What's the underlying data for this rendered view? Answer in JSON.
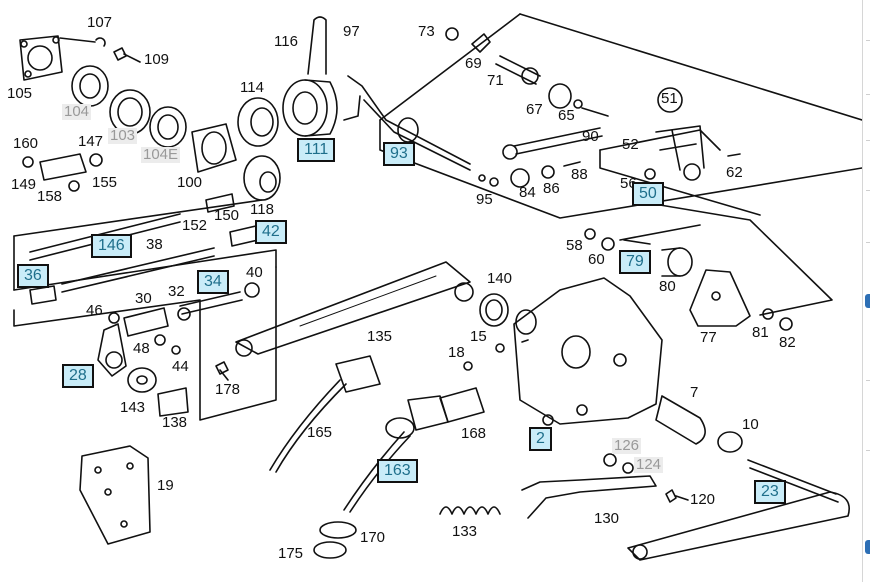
{
  "labels": {
    "l107": "107",
    "l109": "109",
    "l105": "105",
    "l104": "104",
    "l103": "103",
    "l104e": "104E",
    "l116": "116",
    "l97": "97",
    "l114": "114",
    "l100": "100",
    "l118": "118",
    "l150": "150",
    "l152": "152",
    "l160": "160",
    "l147": "147",
    "l149": "149",
    "l155": "155",
    "l158": "158",
    "l38": "38",
    "l40": "40",
    "l46": "46",
    "l30": "30",
    "l32": "32",
    "l48": "48",
    "l44": "44",
    "l143": "143",
    "l138": "138",
    "l178": "178",
    "l19": "19",
    "l135": "135",
    "l140": "140",
    "l15": "15",
    "l18": "18",
    "l165": "165",
    "l168": "168",
    "l133": "133",
    "l170": "170",
    "l175": "175",
    "l73": "73",
    "l69": "69",
    "l71": "71",
    "l67": "67",
    "l65": "65",
    "l90": "90",
    "l51": "51",
    "l52": "52",
    "l84": "84",
    "l86": "86",
    "l88": "88",
    "l95": "95",
    "l56": "56",
    "l62": "62",
    "l58": "58",
    "l60": "60",
    "l80": "80",
    "l77": "77",
    "l81": "81",
    "l82": "82",
    "l7": "7",
    "l10": "10",
    "l126": "126",
    "l124": "124",
    "l120": "120",
    "l130": "130"
  },
  "highlights": {
    "h111": "111",
    "h93": "93",
    "h146": "146",
    "h42": "42",
    "h36": "36",
    "h34": "34",
    "h50": "50",
    "h79": "79",
    "h28": "28",
    "h2": "2",
    "h163": "163",
    "h23": "23"
  },
  "colors": {
    "highlight_fill": "#c9ecf8",
    "highlight_text": "#1f6f8b",
    "grey_label": "#999999"
  }
}
